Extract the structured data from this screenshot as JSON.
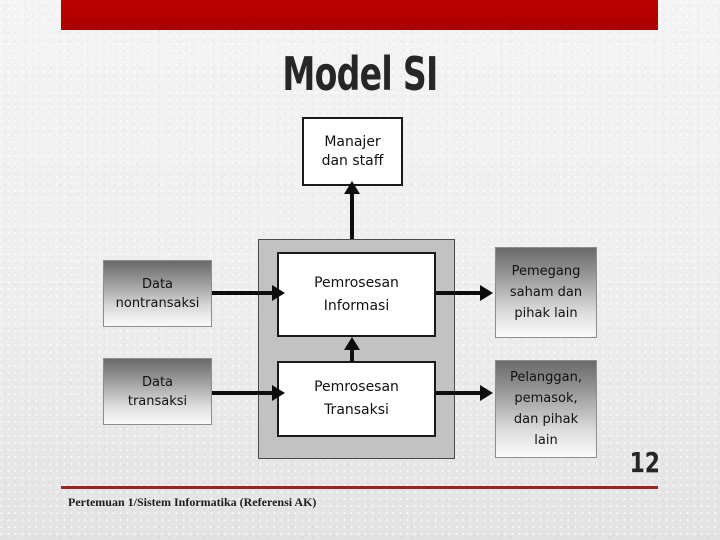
{
  "slide": {
    "title": "Model SI",
    "page_number": "12",
    "footer_text": "Pertemuan 1/Sistem Informatika (Referensi AK)",
    "colors": {
      "band_red": "#b00000",
      "rule_red": "#a02020",
      "background": "#eeeeee",
      "container_grey": "#c2c2c2",
      "text_dark": "#111111"
    }
  },
  "diagram": {
    "top_box": {
      "line1": "Manajer",
      "line2": "dan staff"
    },
    "left_inputs": [
      {
        "line1": "Data",
        "line2": "nontransaksi"
      },
      {
        "line1": "Data",
        "line2": "transaksi"
      }
    ],
    "processes": [
      {
        "line1": "Pemrosesan",
        "line2": "Informasi"
      },
      {
        "line1": "Pemrosesan",
        "line2": "Transaksi"
      }
    ],
    "right_outputs": [
      {
        "line1": "Pemegang",
        "line2": "saham dan",
        "line3": "pihak lain"
      },
      {
        "line1": "Pelanggan,",
        "line2": "pemasok,",
        "line3": "dan pihak",
        "line4": "lain"
      }
    ]
  }
}
